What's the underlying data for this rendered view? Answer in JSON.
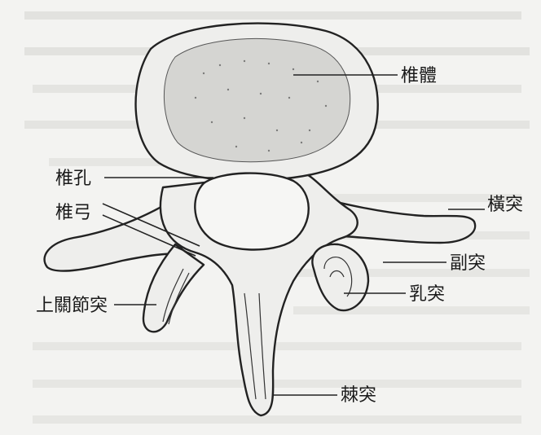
{
  "labels": {
    "vertebral_body": "椎體",
    "vertebral_foramen": "椎孔",
    "vertebral_arch": "椎弓",
    "transverse_process": "橫突",
    "accessory_process": "副突",
    "mammillary_process": "乳突",
    "superior_articular_process": "上關節突",
    "spinous_process": "棘突"
  }
}
